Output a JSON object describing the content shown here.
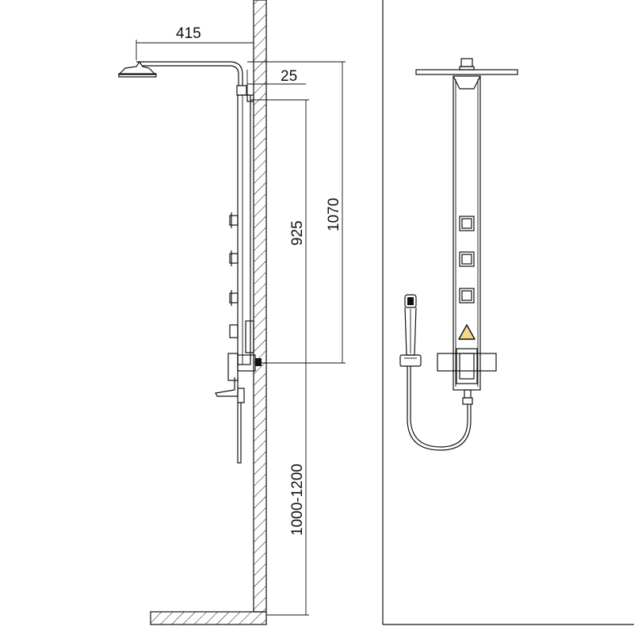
{
  "dimensions": {
    "arm_length": "415",
    "wall_offset": "25",
    "inlet_spacing": "925",
    "panel_height": "1070",
    "install_height": "1000-1200"
  },
  "colors": {
    "line": "#111111",
    "background": "#ffffff",
    "warning_fill": "#f2d98a"
  }
}
